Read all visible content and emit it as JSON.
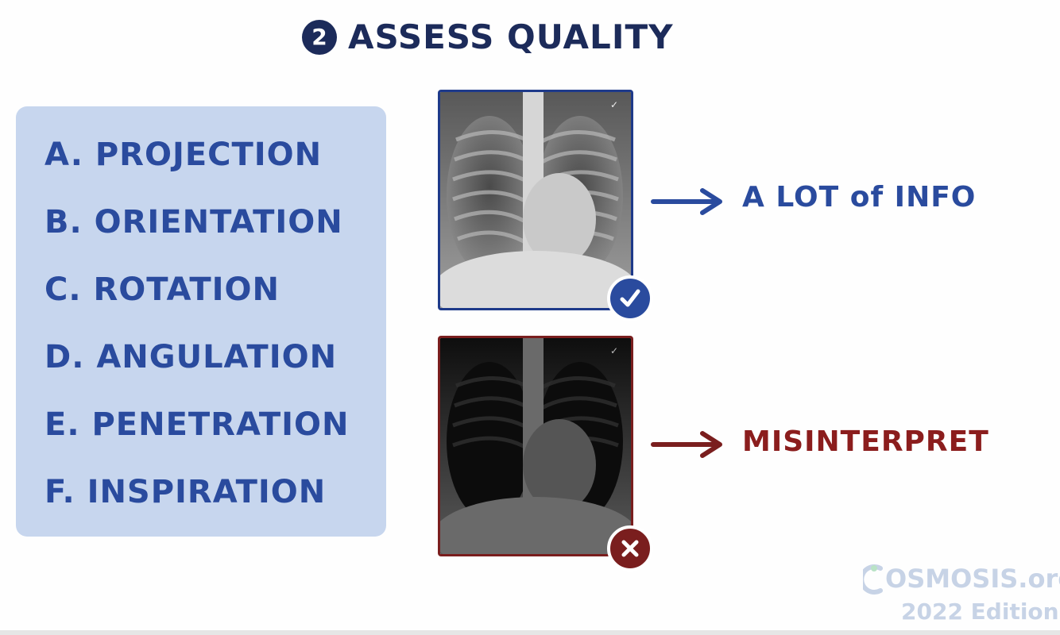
{
  "header": {
    "step_number": "2",
    "title": "ASSESS QUALITY"
  },
  "checklist": {
    "items": [
      {
        "label": "A. PROJECTION"
      },
      {
        "label": "B. ORIENTATION"
      },
      {
        "label": "C. ROTATION"
      },
      {
        "label": "D. ANGULATION"
      },
      {
        "label": "E. PENETRATION"
      },
      {
        "label": "F. INSPIRATION"
      }
    ]
  },
  "examples": {
    "good": {
      "result": "A LOT of INFO",
      "badge_icon": "checkmark-icon",
      "color": "#2a4b9e"
    },
    "bad": {
      "result": "MISINTERPRET",
      "badge_icon": "x-icon",
      "color": "#8b1d1d"
    }
  },
  "footer": {
    "logo_text": "OSMOSIS.org",
    "edition": "2022 Edition"
  }
}
